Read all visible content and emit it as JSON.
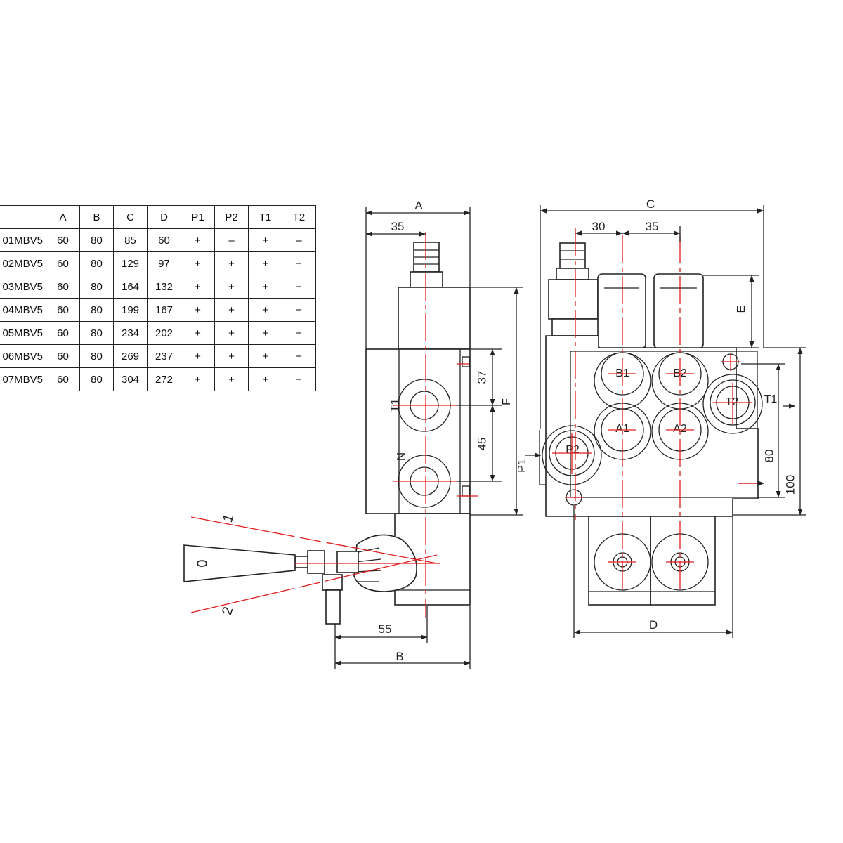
{
  "table": {
    "headers": [
      "",
      "A",
      "B",
      "C",
      "D",
      "P1",
      "P2",
      "T1",
      "T2"
    ],
    "rows": [
      {
        "model": "01MBV5",
        "A": "60",
        "B": "80",
        "C": "85",
        "D": "60",
        "P1": "+",
        "P2": "–",
        "T1": "+",
        "T2": "–"
      },
      {
        "model": "02MBV5",
        "A": "60",
        "B": "80",
        "C": "129",
        "D": "97",
        "P1": "+",
        "P2": "+",
        "T1": "+",
        "T2": "+"
      },
      {
        "model": "03MBV5",
        "A": "60",
        "B": "80",
        "C": "164",
        "D": "132",
        "P1": "+",
        "P2": "+",
        "T1": "+",
        "T2": "+"
      },
      {
        "model": "04MBV5",
        "A": "60",
        "B": "80",
        "C": "199",
        "D": "167",
        "P1": "+",
        "P2": "+",
        "T1": "+",
        "T2": "+"
      },
      {
        "model": "05MBV5",
        "A": "60",
        "B": "80",
        "C": "234",
        "D": "202",
        "P1": "+",
        "P2": "+",
        "T1": "+",
        "T2": "+"
      },
      {
        "model": "06MBV5",
        "A": "60",
        "B": "80",
        "C": "269",
        "D": "237",
        "P1": "+",
        "P2": "+",
        "T1": "+",
        "T2": "+"
      },
      {
        "model": "07MBV5",
        "A": "60",
        "B": "80",
        "C": "304",
        "D": "272",
        "P1": "+",
        "P2": "+",
        "T1": "+",
        "T2": "+"
      }
    ]
  },
  "side_view": {
    "dim_A": "A",
    "dim_35": "35",
    "dim_37": "37",
    "dim_45": "45",
    "dim_F": "F",
    "dim_P1": "P1",
    "dim_55": "55",
    "dim_B": "B",
    "port_T1": "T1",
    "port_N": "N",
    "lever_pos_1": "1",
    "lever_pos_0": "0",
    "lever_pos_2": "2"
  },
  "front_view": {
    "dim_C": "C",
    "dim_30": "30",
    "dim_35": "35",
    "dim_E": "E",
    "dim_80": "80",
    "dim_100": "100",
    "dim_D": "D",
    "port_B1": "B1",
    "port_B2": "B2",
    "port_A1": "A1",
    "port_A2": "A2",
    "port_P2": "P2",
    "port_T2": "T2",
    "port_T1": "T1"
  },
  "colors": {
    "line": "#222222",
    "centerline": "#e21d1d"
  }
}
